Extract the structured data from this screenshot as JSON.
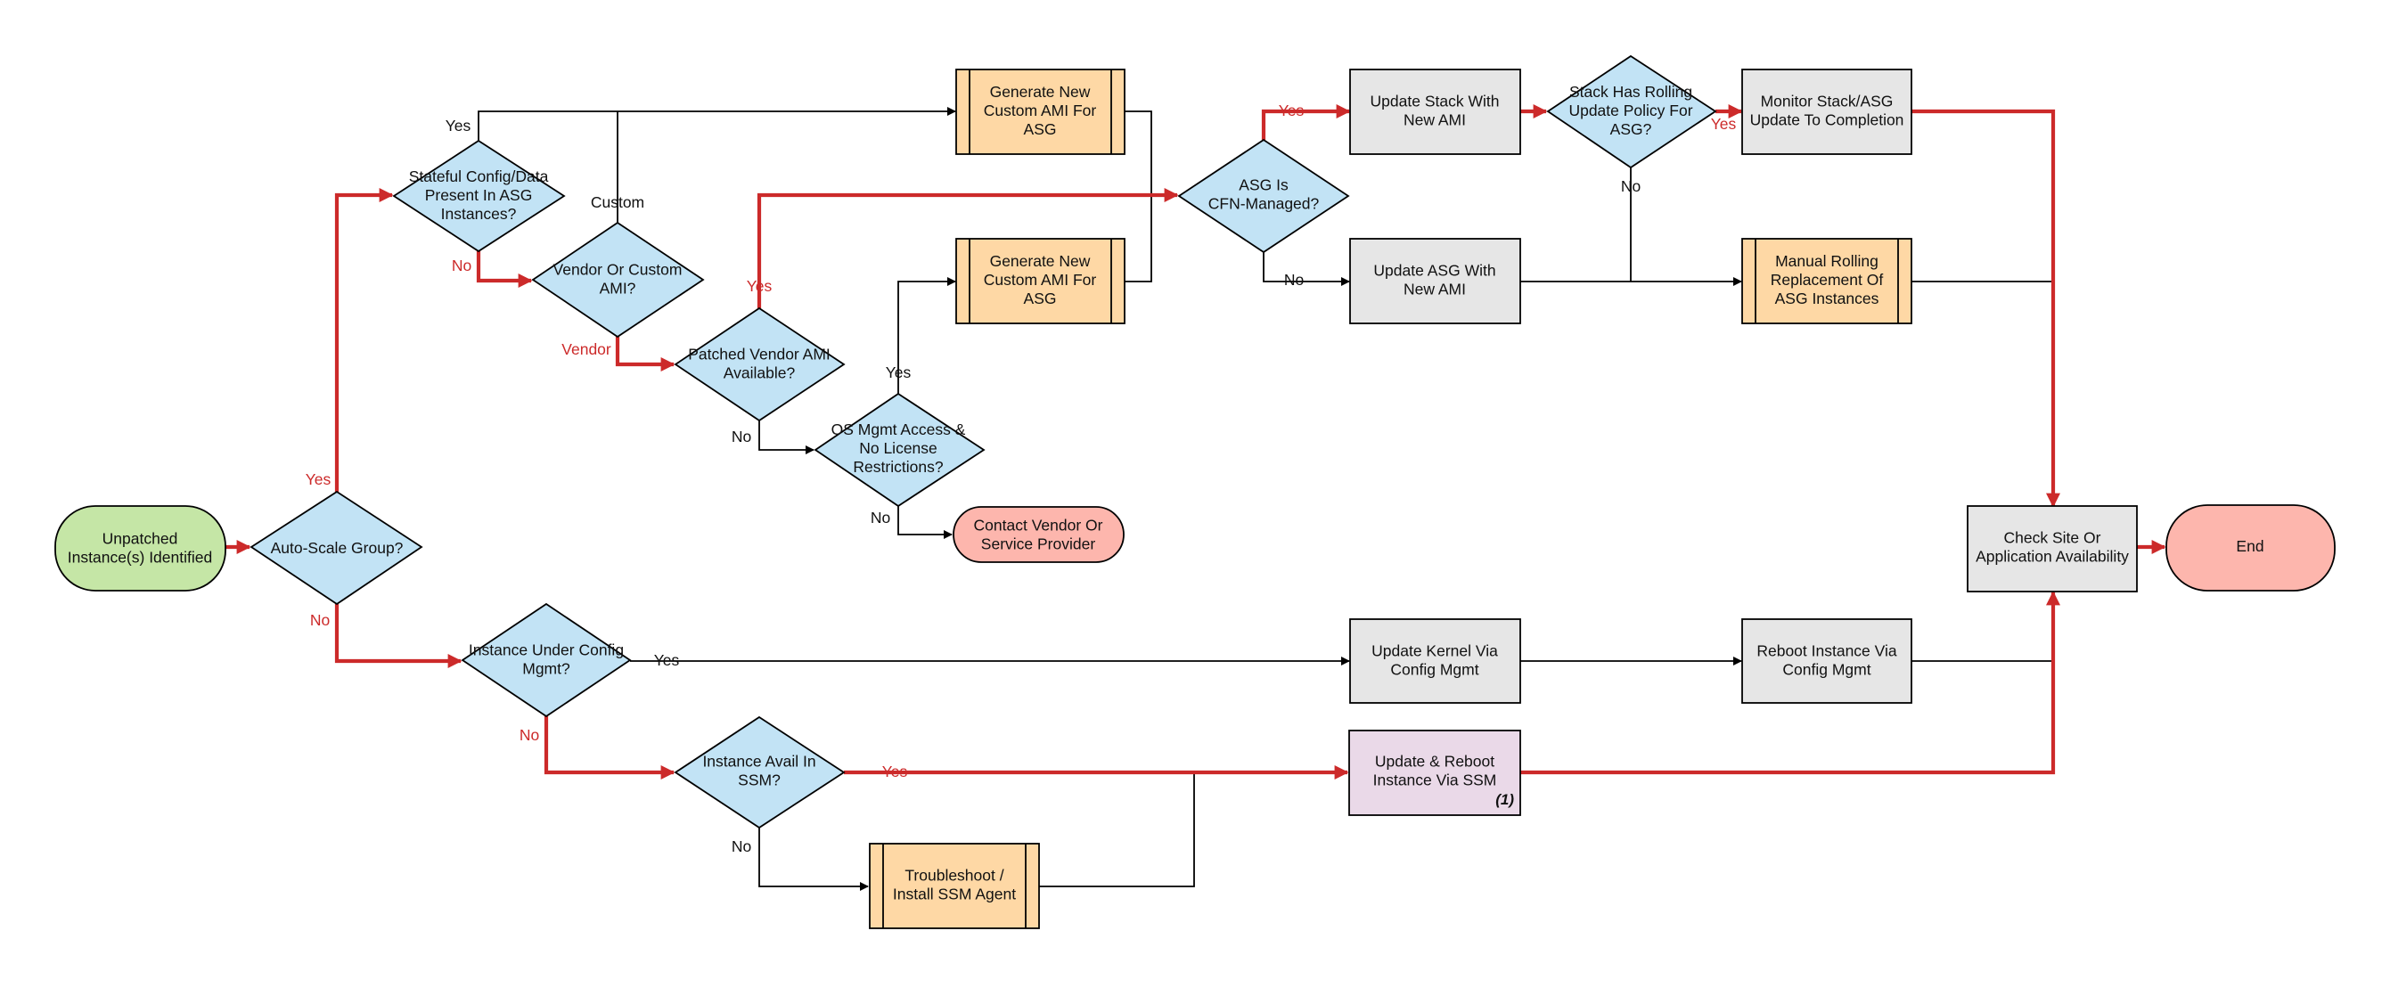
{
  "colors": {
    "start_fill": "#c5e6a6",
    "decision_fill": "#c2e3f5",
    "process_fill": "#e6e6e6",
    "subprocess_fill": "#fed8a5",
    "ssm_fill": "#ead9e8",
    "terminal_fill": "#fdb6ad",
    "highlight_path": "#cc2a2a",
    "normal_path": "#000000"
  },
  "nodes": {
    "unpatched": "Unpatched Instance(s) Identified",
    "auto_scale": "Auto-Scale Group?",
    "stateful": "Stateful Config/Data Present In ASG Instances?",
    "vendor_custom": "Vendor Or Custom AMI?",
    "patched_vendor": "Patched Vendor AMI Available?",
    "os_mgmt": "OS Mgmt Access & No License Restrictions?",
    "contact_vendor": "Contact Vendor Or Service Provider",
    "gen_ami_1": "Generate New Custom AMI For ASG",
    "gen_ami_2": "Generate New Custom AMI For ASG",
    "asg_cfn": "ASG Is CFN-Managed?",
    "update_stack": "Update Stack With New AMI",
    "rolling_policy": "Stack Has Rolling Update Policy For ASG?",
    "monitor": "Monitor Stack/ASG Update To Completion",
    "update_asg": "Update ASG With New AMI",
    "manual_rolling": "Manual Rolling Replacement Of ASG Instances",
    "check_site": "Check Site Or Application Availability",
    "end": "End",
    "config_mgmt": "Instance Under Config Mgmt?",
    "update_kernel": "Update Kernel Via Config Mgmt",
    "reboot_cfg": "Reboot Instance Via Config Mgmt",
    "ssm_avail": "Instance Avail In SSM?",
    "update_reboot_ssm": "Update & Reboot Instance Via SSM",
    "ssm_note": "(1)",
    "troubleshoot": "Troubleshoot / Install SSM Agent"
  },
  "edge_labels": {
    "asg_yes": "Yes",
    "asg_no": "No",
    "stateful_yes": "Yes",
    "stateful_no": "No",
    "custom": "Custom",
    "vendor": "Vendor",
    "patched_yes": "Yes",
    "patched_no": "No",
    "os_yes": "Yes",
    "os_no": "No",
    "cfn_yes": "Yes",
    "cfn_no": "No",
    "rolling_yes": "Yes",
    "rolling_no": "No",
    "config_yes": "Yes",
    "config_no": "No",
    "ssm_yes": "Yes",
    "ssm_no": "No"
  }
}
